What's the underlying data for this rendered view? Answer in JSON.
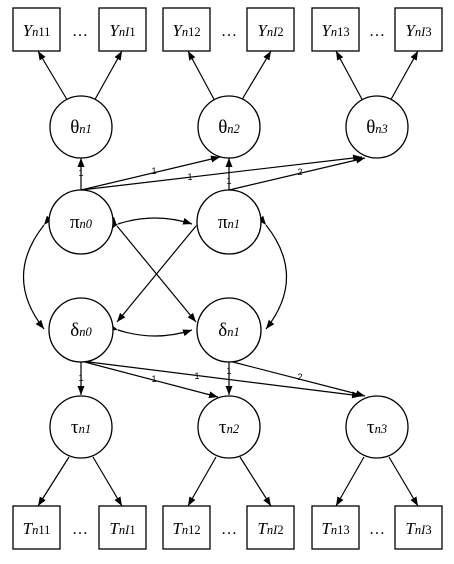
{
  "diagram": {
    "ellipsis": "…",
    "top_boxes": [
      {
        "id": "Yn11",
        "base": "Y",
        "sub_a": "n",
        "sub_b": "11"
      },
      {
        "id": "YnI1",
        "base": "Y",
        "sub_a": "nI",
        "sub_b": "1"
      },
      {
        "id": "Yn12",
        "base": "Y",
        "sub_a": "n",
        "sub_b": "12"
      },
      {
        "id": "YnI2",
        "base": "Y",
        "sub_a": "nI",
        "sub_b": "2"
      },
      {
        "id": "Yn13",
        "base": "Y",
        "sub_a": "n",
        "sub_b": "13"
      },
      {
        "id": "YnI3",
        "base": "Y",
        "sub_a": "nI",
        "sub_b": "3"
      }
    ],
    "bottom_boxes": [
      {
        "id": "Tn11",
        "base": "T",
        "sub_a": "n",
        "sub_b": "11"
      },
      {
        "id": "TnI1",
        "base": "T",
        "sub_a": "nI",
        "sub_b": "1"
      },
      {
        "id": "Tn12",
        "base": "T",
        "sub_a": "n",
        "sub_b": "12"
      },
      {
        "id": "TnI2",
        "base": "T",
        "sub_a": "nI",
        "sub_b": "2"
      },
      {
        "id": "Tn13",
        "base": "T",
        "sub_a": "n",
        "sub_b": "13"
      },
      {
        "id": "TnI3",
        "base": "T",
        "sub_a": "nI",
        "sub_b": "3"
      }
    ],
    "nodes": [
      {
        "id": "theta1",
        "greek": "θ",
        "sub": "n1"
      },
      {
        "id": "theta2",
        "greek": "θ",
        "sub": "n2"
      },
      {
        "id": "theta3",
        "greek": "θ",
        "sub": "n3"
      },
      {
        "id": "pi0",
        "greek": "π",
        "sub": "n0"
      },
      {
        "id": "pi1",
        "greek": "π",
        "sub": "n1"
      },
      {
        "id": "delta0",
        "greek": "δ",
        "sub": "n0"
      },
      {
        "id": "delta1",
        "greek": "δ",
        "sub": "n1"
      },
      {
        "id": "tau1",
        "greek": "τ",
        "sub": "n1"
      },
      {
        "id": "tau2",
        "greek": "τ",
        "sub": "n2"
      },
      {
        "id": "tau3",
        "greek": "τ",
        "sub": "n3"
      }
    ],
    "weights": [
      {
        "id": "pi0-theta1",
        "value": "1"
      },
      {
        "id": "pi0-theta2",
        "value": "1"
      },
      {
        "id": "pi0-theta3",
        "value": "1"
      },
      {
        "id": "pi1-theta2",
        "value": "1"
      },
      {
        "id": "pi1-theta3",
        "value": "2"
      },
      {
        "id": "delta0-tau1",
        "value": "1"
      },
      {
        "id": "delta0-tau2",
        "value": "1"
      },
      {
        "id": "delta0-tau3",
        "value": "1"
      },
      {
        "id": "delta1-tau2",
        "value": "1"
      },
      {
        "id": "delta1-tau3",
        "value": "2"
      }
    ]
  }
}
